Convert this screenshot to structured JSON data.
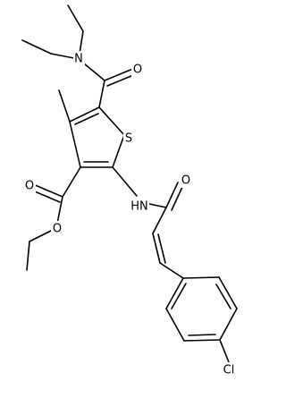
{
  "diagram": {
    "atoms": [
      {
        "id": "N_amide",
        "text": "N"
      },
      {
        "id": "O_amide",
        "text": "O"
      },
      {
        "id": "S_ring",
        "text": "S"
      },
      {
        "id": "O_ester_carbonyl",
        "text": "O"
      },
      {
        "id": "O_ester",
        "text": "O"
      },
      {
        "id": "NH",
        "text": "HN"
      },
      {
        "id": "O_acryl",
        "text": "O"
      },
      {
        "id": "Cl",
        "text": "Cl"
      }
    ]
  }
}
